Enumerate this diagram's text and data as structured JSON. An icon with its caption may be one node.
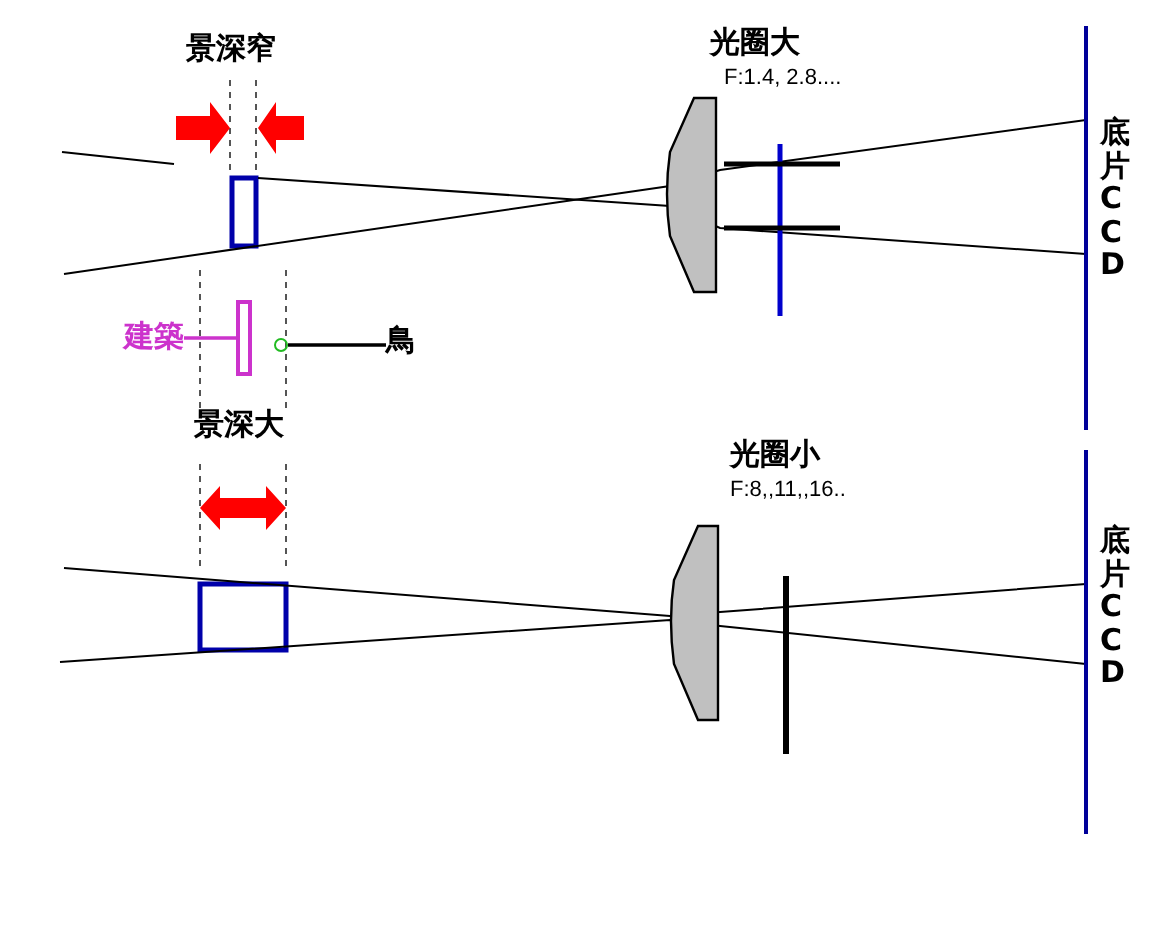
{
  "diagram": {
    "nodes": [
      {
        "text": [
          "建築"
        ]
      },
      {
        "text": [],
        "shape": "bar"
      },
      {
        "text": [
          "鳥"
        ]
      },
      {
        "text": [],
        "shape": "circle"
      }
    ],
    "edges": [
      {
        "from": 0,
        "to": 1,
        "arrow": "none",
        "color": "#cc33cc"
      },
      {
        "from": 2,
        "to": 3,
        "arrow": "none",
        "color": "#000000"
      }
    ],
    "labels": [
      "景深窄",
      "光圈大",
      "F:1.4, 2.8....",
      "底片CCD",
      "景深大",
      "光圈小",
      "F:8,,11,,16..",
      "底片CCD"
    ]
  }
}
